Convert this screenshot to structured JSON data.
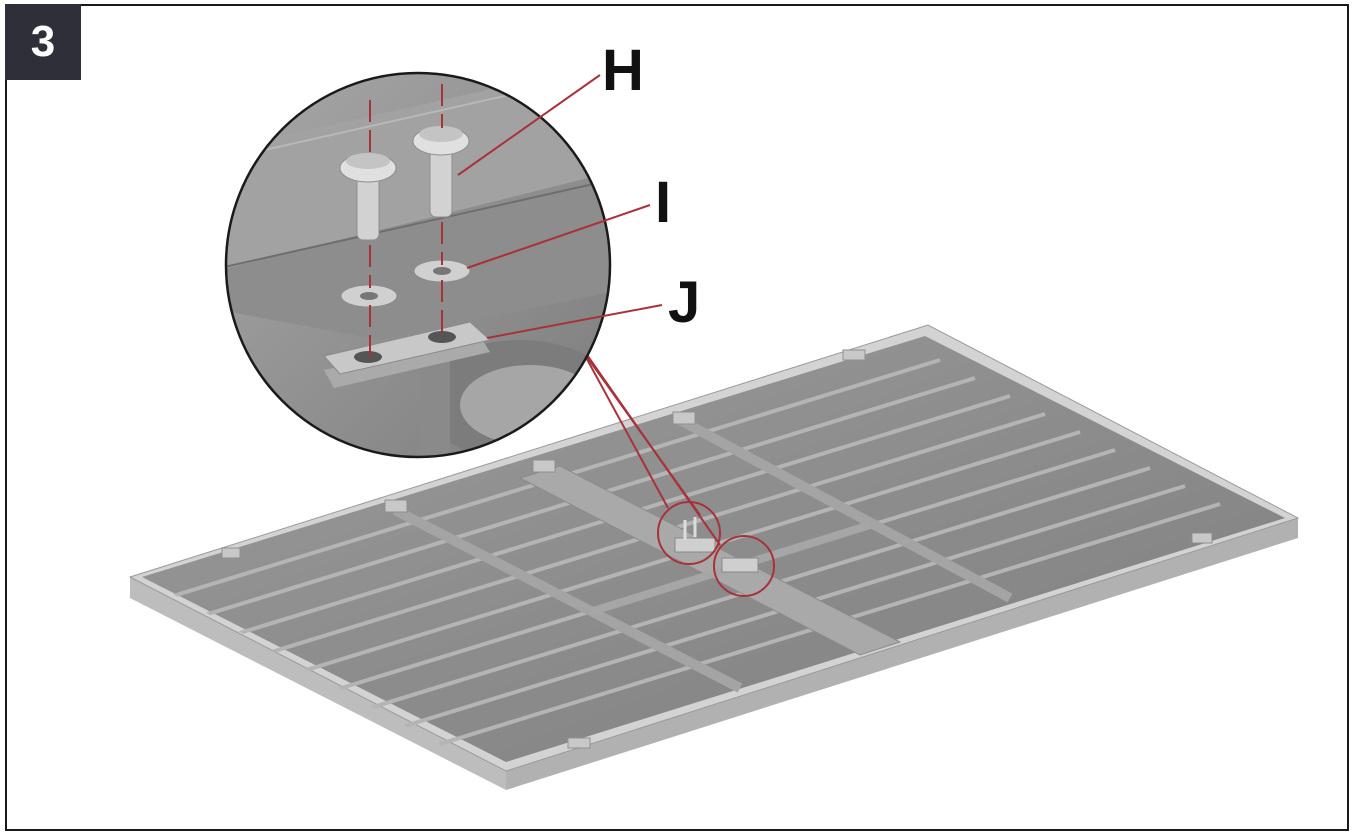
{
  "step": {
    "number": "3"
  },
  "callouts": [
    {
      "id": "H",
      "label": "H"
    },
    {
      "id": "I",
      "label": "I"
    },
    {
      "id": "J",
      "label": "J"
    }
  ],
  "colors": {
    "badge": "#2f2f3a",
    "leader": "#a8323a",
    "panel": "#8e8e8e",
    "frame_edge": "#c9c9c9"
  }
}
